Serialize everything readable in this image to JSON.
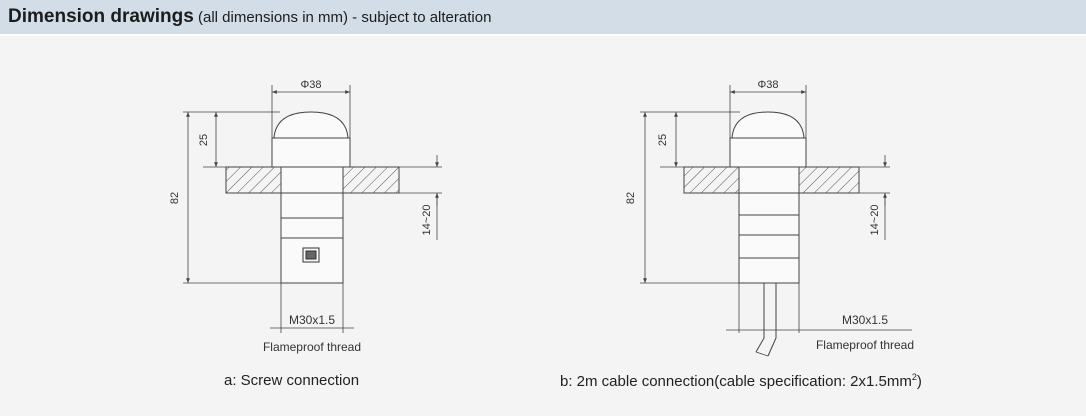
{
  "header": {
    "title": "Dimension drawings",
    "subtitle": " (all dimensions in mm) - subject to alteration"
  },
  "drawing_a": {
    "diameter": "Φ38",
    "head_height": "25",
    "total_length": "82",
    "panel_range": "14~20",
    "thread": "M30x1.5",
    "thread_note": "Flameproof thread",
    "caption": "a: Screw connection"
  },
  "drawing_b": {
    "diameter": "Φ38",
    "head_height": "25",
    "total_length": "82",
    "panel_range": "14~20",
    "thread": "M30x1.5",
    "thread_note": "Flameproof thread",
    "caption": "b: 2m cable connection(cable specification: 2x1.5mm",
    "caption_superscript": "2",
    "caption_end": ")"
  },
  "colors": {
    "header_background": "#d2dde8",
    "page_background": "#f4f4f4",
    "line_color": "#444444"
  }
}
